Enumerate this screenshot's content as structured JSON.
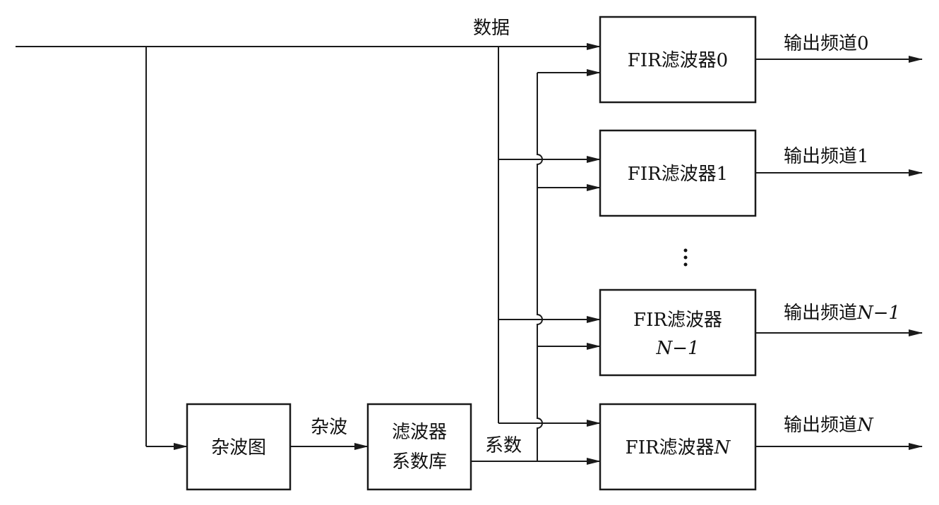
{
  "labels": {
    "data": "数据",
    "clutter": "杂波",
    "coeff": "系数"
  },
  "blocks": {
    "clutter_map": "杂波图",
    "coeff_lib_line1": "滤波器",
    "coeff_lib_line2": "系数库",
    "fir0": "FIR滤波器0",
    "fir1": "FIR滤波器1",
    "firN1_line1": "FIR滤波器",
    "firN1_line2": "N−1",
    "firN_prefix": "FIR滤波器",
    "firN_suffix": "N"
  },
  "outputs": {
    "ch0": "输出频道0",
    "ch1": "输出频道1",
    "chN1_prefix": "输出频道",
    "chN1_suffix": "N−1",
    "chN_prefix": "输出频道",
    "chN_suffix": "N"
  },
  "colors": {
    "stroke": "#1a1a1a",
    "text": "#111111",
    "background": "#ffffff"
  }
}
